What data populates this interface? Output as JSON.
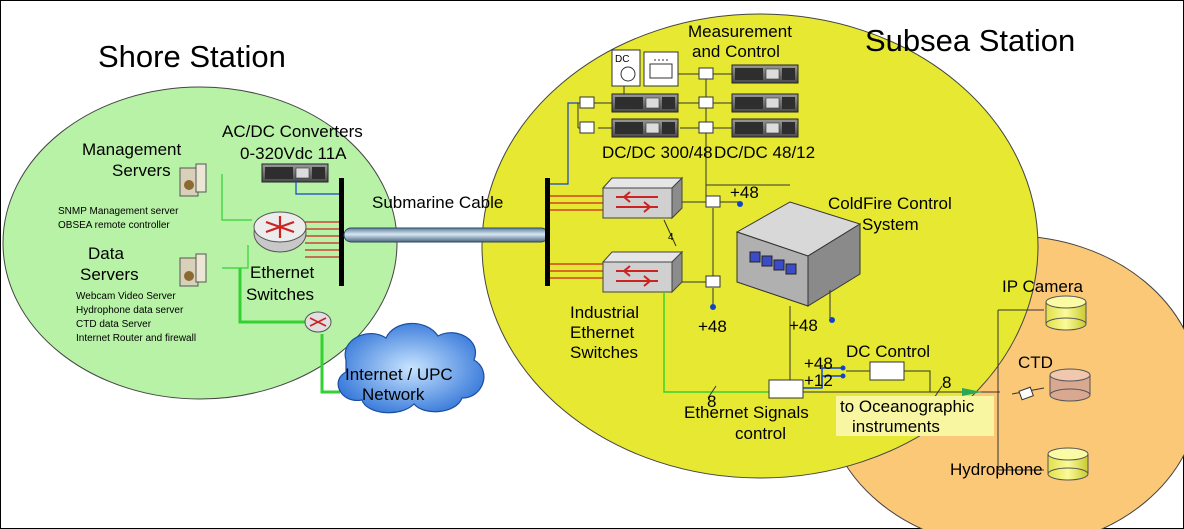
{
  "shore": {
    "title": "Shore Station",
    "management_servers": [
      "Management",
      "Servers"
    ],
    "mgmt_desc": [
      "SNMP Management server",
      "OBSEA remote controller"
    ],
    "data_servers": [
      "Data",
      "Servers"
    ],
    "data_desc": [
      "Webcam Video Server",
      "Hydrophone data server",
      "CTD data Server",
      "Internet Router and firewall"
    ],
    "acdc": [
      "AC/DC Converters",
      "0-320Vdc 11A"
    ],
    "ethernet_switches": [
      "Ethernet",
      "Switches"
    ],
    "internet": [
      "Internet / UPC",
      "Network"
    ]
  },
  "cable": {
    "label": "Submarine Cable"
  },
  "subsea": {
    "title": "Subsea Station",
    "measurement": [
      "Measurement",
      "and Control"
    ],
    "dc_icon": "DC",
    "dcdc_300": "DC/DC 300/48",
    "dcdc_48": "DC/DC 48/12",
    "plus48": "+48",
    "plus12": "+12",
    "coldfire": [
      "ColdFire Control",
      "System"
    ],
    "industrial": [
      "Industrial",
      "Ethernet",
      "Switches"
    ],
    "bus4": "4",
    "bus8": "8",
    "ethernet_signals": [
      "Ethernet Signals",
      "control"
    ],
    "dc_control": "DC Control",
    "oceanographic": [
      "to Oceanographic",
      "instruments"
    ]
  },
  "instruments": {
    "ip_camera": "IP Camera",
    "ctd": "CTD",
    "hydrophone": "Hydrophone"
  },
  "colors": {
    "shore_fill": "#b8f2a6",
    "subsea_fill": "#e6e832",
    "instrument_fill": "#fbc878",
    "cable_fill": "#8fb3cf",
    "ethernet_line": "#33d133",
    "power_line": "#1144cc",
    "signal_line": "#cc2222",
    "label_box": "#f8f6a0"
  }
}
